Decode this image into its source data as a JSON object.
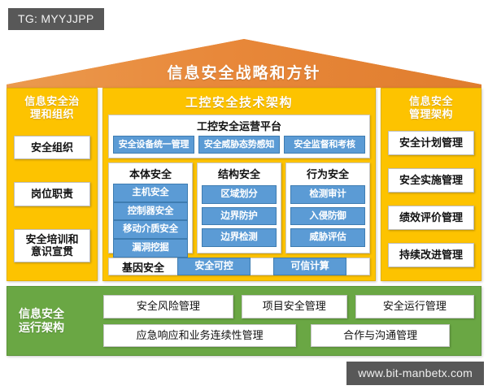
{
  "tag": {
    "label": "TG: MYYJJPP"
  },
  "roof": {
    "title": "信息安全战略和方针",
    "color": "#e8883a"
  },
  "colors": {
    "pillar": "#fdc300",
    "blue": "#5b9bd5",
    "green": "#6aa744",
    "tag_bg": "#585858"
  },
  "left_pillar": {
    "title": "信息安全治\n理和组织",
    "title_line1": "信息安全治",
    "title_line2": "理和组织",
    "items": [
      {
        "label": "安全组织"
      },
      {
        "label": "岗位职责"
      },
      {
        "label_line1": "安全培训和",
        "label_line2": "意识宣贯"
      }
    ]
  },
  "center": {
    "title": "工控安全技术架构",
    "platform": {
      "title": "工控安全运营平台",
      "items": [
        {
          "label": "安全设备统一管理"
        },
        {
          "label": "安全威胁态势感知"
        },
        {
          "label": "安全监督和考核"
        }
      ]
    },
    "columns": [
      {
        "title": "本体安全",
        "items": [
          {
            "label": "主机安全"
          },
          {
            "label": "控制器安全"
          },
          {
            "label": "移动介质安全"
          },
          {
            "label": "漏洞挖掘"
          }
        ]
      },
      {
        "title": "结构安全",
        "items": [
          {
            "label": "区域划分"
          },
          {
            "label": "边界防护"
          },
          {
            "label": "边界检测"
          }
        ]
      },
      {
        "title": "行为安全",
        "items": [
          {
            "label": "检测审计"
          },
          {
            "label": "入侵防御"
          },
          {
            "label": "威胁评估"
          }
        ]
      }
    ],
    "genome_row": {
      "label": "基因安全",
      "items": [
        {
          "label": "安全可控"
        },
        {
          "label": "可信计算"
        }
      ]
    }
  },
  "right_pillar": {
    "title_line1": "信息安全",
    "title_line2": "管理架构",
    "items": [
      {
        "label": "安全计划管理"
      },
      {
        "label": "安全实施管理"
      },
      {
        "label": "绩效评价管理"
      },
      {
        "label": "持续改进管理"
      }
    ]
  },
  "base": {
    "title_line1": "信息安全",
    "title_line2": "运行架构",
    "row1": [
      {
        "label": "安全风险管理"
      },
      {
        "label": "项目安全管理"
      },
      {
        "label": "安全运行管理"
      }
    ],
    "row2": [
      {
        "label": "应急响应和业务连续性管理"
      },
      {
        "label": "合作与沟通管理"
      }
    ]
  },
  "watermark": {
    "label": "www.bit-manbetx.com"
  }
}
